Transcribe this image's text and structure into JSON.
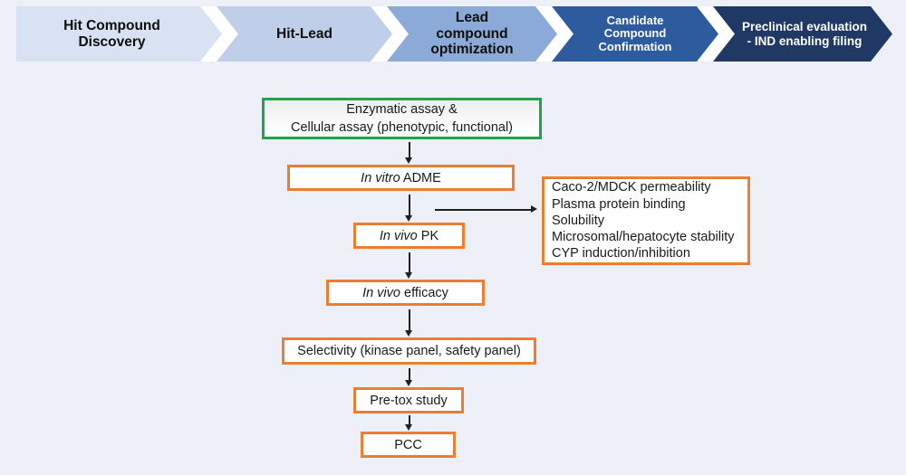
{
  "pipeline": {
    "stages": [
      {
        "label": "Hit Compound\nDiscovery",
        "color": "#d9e2f3",
        "text_color": "#0d0d0d"
      },
      {
        "label": "Hit-Lead",
        "color": "#bfcfe9",
        "text_color": "#0d0d0d"
      },
      {
        "label": "Lead\ncompound\noptimization",
        "color": "#8caad8",
        "text_color": "#0d0d0d"
      },
      {
        "label": "Candidate\nCompound\nConfirmation",
        "color": "#2e5b9e",
        "text_color": "#ffffff"
      },
      {
        "label": "Preclinical evaluation\n- IND enabling filing",
        "color": "#1f3864",
        "text_color": "#ffffff"
      }
    ]
  },
  "flow": {
    "assay_box": {
      "line1": "Enzymatic assay &",
      "line2": "Cellular assay (phenotypic, functional)",
      "border_color": "#21a24e"
    },
    "boxes": [
      {
        "italic": "In vitro",
        "rest": " ADME"
      },
      {
        "italic": "In vivo",
        "rest": " PK"
      },
      {
        "italic": "In vivo",
        "rest": " efficacy"
      },
      {
        "italic": "",
        "rest": "Selectivity (kinase panel, safety panel)"
      },
      {
        "italic": "",
        "rest": "Pre-tox study"
      },
      {
        "italic": "",
        "rest": "PCC"
      }
    ],
    "border_color": "#ed7d31"
  },
  "side_box": {
    "lines": [
      "Caco-2/MDCK permeability",
      "Plasma protein binding",
      "Solubility",
      "Microsomal/hepatocyte stability",
      "CYP induction/inhibition"
    ],
    "border_color": "#ed7d31"
  },
  "colors": {
    "page_background": "#edf1f7",
    "stage_separator": "#ffffff",
    "box_fill": "#ffffff",
    "arrow": "#1f1f1f"
  }
}
